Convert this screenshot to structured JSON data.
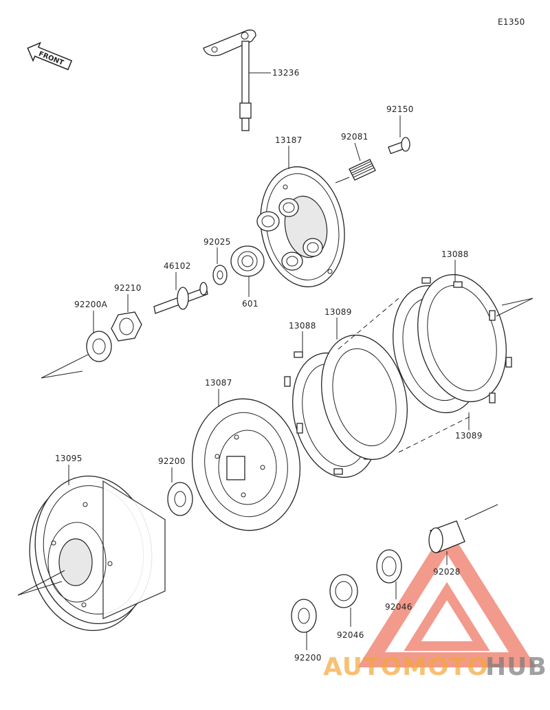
{
  "diagram_code": "E1350",
  "front_label": "FRONT",
  "parts": [
    {
      "id": "p13236",
      "number": "13236"
    },
    {
      "id": "p92150",
      "number": "92150"
    },
    {
      "id": "p13187",
      "number": "13187"
    },
    {
      "id": "p92081",
      "number": "92081"
    },
    {
      "id": "p92025",
      "number": "92025"
    },
    {
      "id": "p46102",
      "number": "46102"
    },
    {
      "id": "p92210",
      "number": "92210"
    },
    {
      "id": "p92200A",
      "number": "92200A"
    },
    {
      "id": "p601",
      "number": "601"
    },
    {
      "id": "p13088a",
      "number": "13088"
    },
    {
      "id": "p13089a",
      "number": "13089"
    },
    {
      "id": "p13088b",
      "number": "13088"
    },
    {
      "id": "p13089b",
      "number": "13089"
    },
    {
      "id": "p13087",
      "number": "13087"
    },
    {
      "id": "p92200a",
      "number": "92200"
    },
    {
      "id": "p13095",
      "number": "13095"
    },
    {
      "id": "p92028",
      "number": "92028"
    },
    {
      "id": "p92046a",
      "number": "92046"
    },
    {
      "id": "p92046b",
      "number": "92046"
    },
    {
      "id": "p92200b",
      "number": "92200"
    }
  ],
  "watermark": {
    "part1": "AUTOMOTO",
    "part2": "HUB"
  },
  "colors": {
    "line": "#222222",
    "watermark_red": "#e8492f",
    "watermark_orange": "#f3a83a",
    "watermark_gray": "#7a7a7a"
  }
}
